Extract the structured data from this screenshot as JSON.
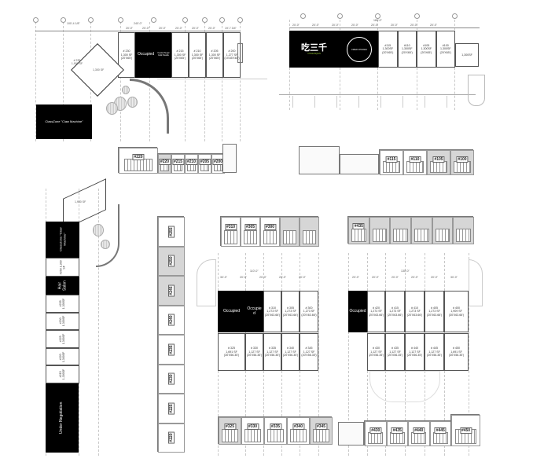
{
  "plan_200_top": {
    "occupied_label": "Occupied",
    "tenant_logo_text": "Crystal Sugar Gold Noodle",
    "claw_label": "ClassZone \"Claw Machine\"",
    "overall_dim": "240'-0\"",
    "left_dim": "100'-4 1/8\"",
    "pad_label": "# 235\n1,900 SF",
    "pad_inner": "1,300 SF",
    "units": [
      {
        "id": "# 230",
        "sf": "1,300 SF",
        "dims": "(20'X65')"
      },
      {
        "id": "# 215",
        "sf": "1,300 SF",
        "dims": "(20'X65')"
      },
      {
        "id": "# 210",
        "sf": "1,300 SF",
        "dims": "(20'X65')"
      },
      {
        "id": "# 205",
        "sf": "1,300 SF",
        "dims": "(20'X65')"
      },
      {
        "id": "# 200",
        "sf": "1,277 SF",
        "dims": "(19.65'X65')"
      }
    ],
    "bay_dims": [
      "20'-0\"",
      "20'-0\"",
      "20'-0\"",
      "20'-0\"",
      "20'-0\"",
      "20'-0\"",
      "19'-7 3/4\""
    ]
  },
  "plan_100_top": {
    "overall_dim": "180'-0\"",
    "logo1_text": "吃三千",
    "logo1_sub": "CHASANQIAN",
    "logo2_text": "FRIED CHICKEN",
    "units": [
      {
        "id": "#115",
        "sf": "1,300SF",
        "dims": "(20'X65')"
      },
      {
        "id": "#110",
        "sf": "1,300SF",
        "dims": "(20'X65')"
      },
      {
        "id": "#105",
        "sf": "1,300SF",
        "dims": "(20'X65')"
      },
      {
        "id": "#100",
        "sf": "1,300SF",
        "dims": "(20'X65')"
      }
    ],
    "end_unit": "1,300SF",
    "bay_dims": [
      "20'-0\"",
      "20'-0\"",
      "20'-0\"",
      "20'-0\"",
      "20'-0\"",
      "20'-0\"",
      "20'-0\"",
      "20'-0\""
    ]
  },
  "elev_200": {
    "signs": [
      "#220",
      "#215",
      "#210",
      "#205",
      "#200"
    ]
  },
  "elev_100": {
    "signs": [
      "#115",
      "#110",
      "#105",
      "#100"
    ]
  },
  "plan_200_side": {
    "claw_label": "ClassZone \"Claw Machine\"",
    "hair_label": "Hair Salon",
    "neg_label": "Under Negotiation",
    "top_label": "1,900 SF",
    "units": [
      "#250 1,300 SF",
      "#235 1,300SF",
      "#230 1,300SF",
      "#225 1,300SF",
      "#220 1,300SF",
      "#215 1,300SF"
    ]
  },
  "elev_side": {
    "signs": [
      "#255",
      "#250",
      "#245",
      "#240",
      "#235",
      "#230",
      "#225",
      "#220"
    ]
  },
  "elev_300_rear": {
    "signs": [
      "#310",
      "#305",
      "#300"
    ]
  },
  "elev_400_rear": {
    "signs": [
      "#435"
    ]
  },
  "plan_300": {
    "front": [
      {
        "label": "Occupied",
        "occ": true
      },
      {
        "label": "Occupied",
        "occ": true
      },
      {
        "id": "# 310",
        "sf": "1,273 SF",
        "dims": "(20'X63.66')"
      },
      {
        "id": "# 305",
        "sf": "1,273 SF",
        "dims": "(20'X63.66')"
      },
      {
        "id": "# 300",
        "sf": "1,273 SF",
        "dims": "(20'X63.66')"
      }
    ],
    "back": [
      {
        "id": "# 325",
        "sf": "1,691 SF",
        "dims": "(30'X56.35')"
      },
      {
        "id": "# 330",
        "sf": "1,127 SF",
        "dims": "(20'X56.35')"
      },
      {
        "id": "# 335",
        "sf": "1,127 SF",
        "dims": "(20'X56.35')"
      },
      {
        "id": "# 340",
        "sf": "1,127 SF",
        "dims": "(20'X56.35')"
      },
      {
        "id": "# 345",
        "sf": "1,127 SF",
        "dims": "(20'X56.35')"
      }
    ],
    "overall_dim": "110'-0\"",
    "bay_dims": [
      "30'-0\"",
      "20'-0\"",
      "20'-0\"",
      "20'-0\"",
      "20'-0\""
    ]
  },
  "plan_400": {
    "front": [
      {
        "label": "Occupied",
        "occ": true
      },
      {
        "id": "# 420",
        "sf": "1,273 SF",
        "dims": "(20'X63.66')"
      },
      {
        "id": "# 415",
        "sf": "1,273 SF",
        "dims": "(20'X63.66')"
      },
      {
        "id": "# 410",
        "sf": "1,273 SF",
        "dims": "(20'X63.66')"
      },
      {
        "id": "# 405",
        "sf": "1,273 SF",
        "dims": "(20'X63.66')"
      },
      {
        "id": "# 400",
        "sf": "1,909 SF",
        "dims": "(30'X63.66')"
      }
    ],
    "back": [
      {
        "id": "# 430",
        "sf": "1,127 SF",
        "dims": "(20'X56.35')"
      },
      {
        "id": "# 435",
        "sf": "1,127 SF",
        "dims": "(20'X56.35')"
      },
      {
        "id": "# 440",
        "sf": "1,127 SF",
        "dims": "(20'X56.35')"
      },
      {
        "id": "# 445",
        "sf": "1,127 SF",
        "dims": "(20'X56.35')"
      },
      {
        "id": "# 450",
        "sf": "1,691 SF",
        "dims": "(30'X56.35')"
      }
    ],
    "overall_dim": "130'-0\"",
    "bay_dims": [
      "20'-0\"",
      "20'-0\"",
      "20'-0\"",
      "20'-0\"",
      "20'-0\"",
      "30'-0\""
    ]
  },
  "elev_300_front": {
    "signs": [
      "#325",
      "#330",
      "#335",
      "#340",
      "#345"
    ]
  },
  "elev_400_front": {
    "signs": [
      "#430",
      "#435",
      "#440",
      "#445",
      "#450"
    ]
  }
}
